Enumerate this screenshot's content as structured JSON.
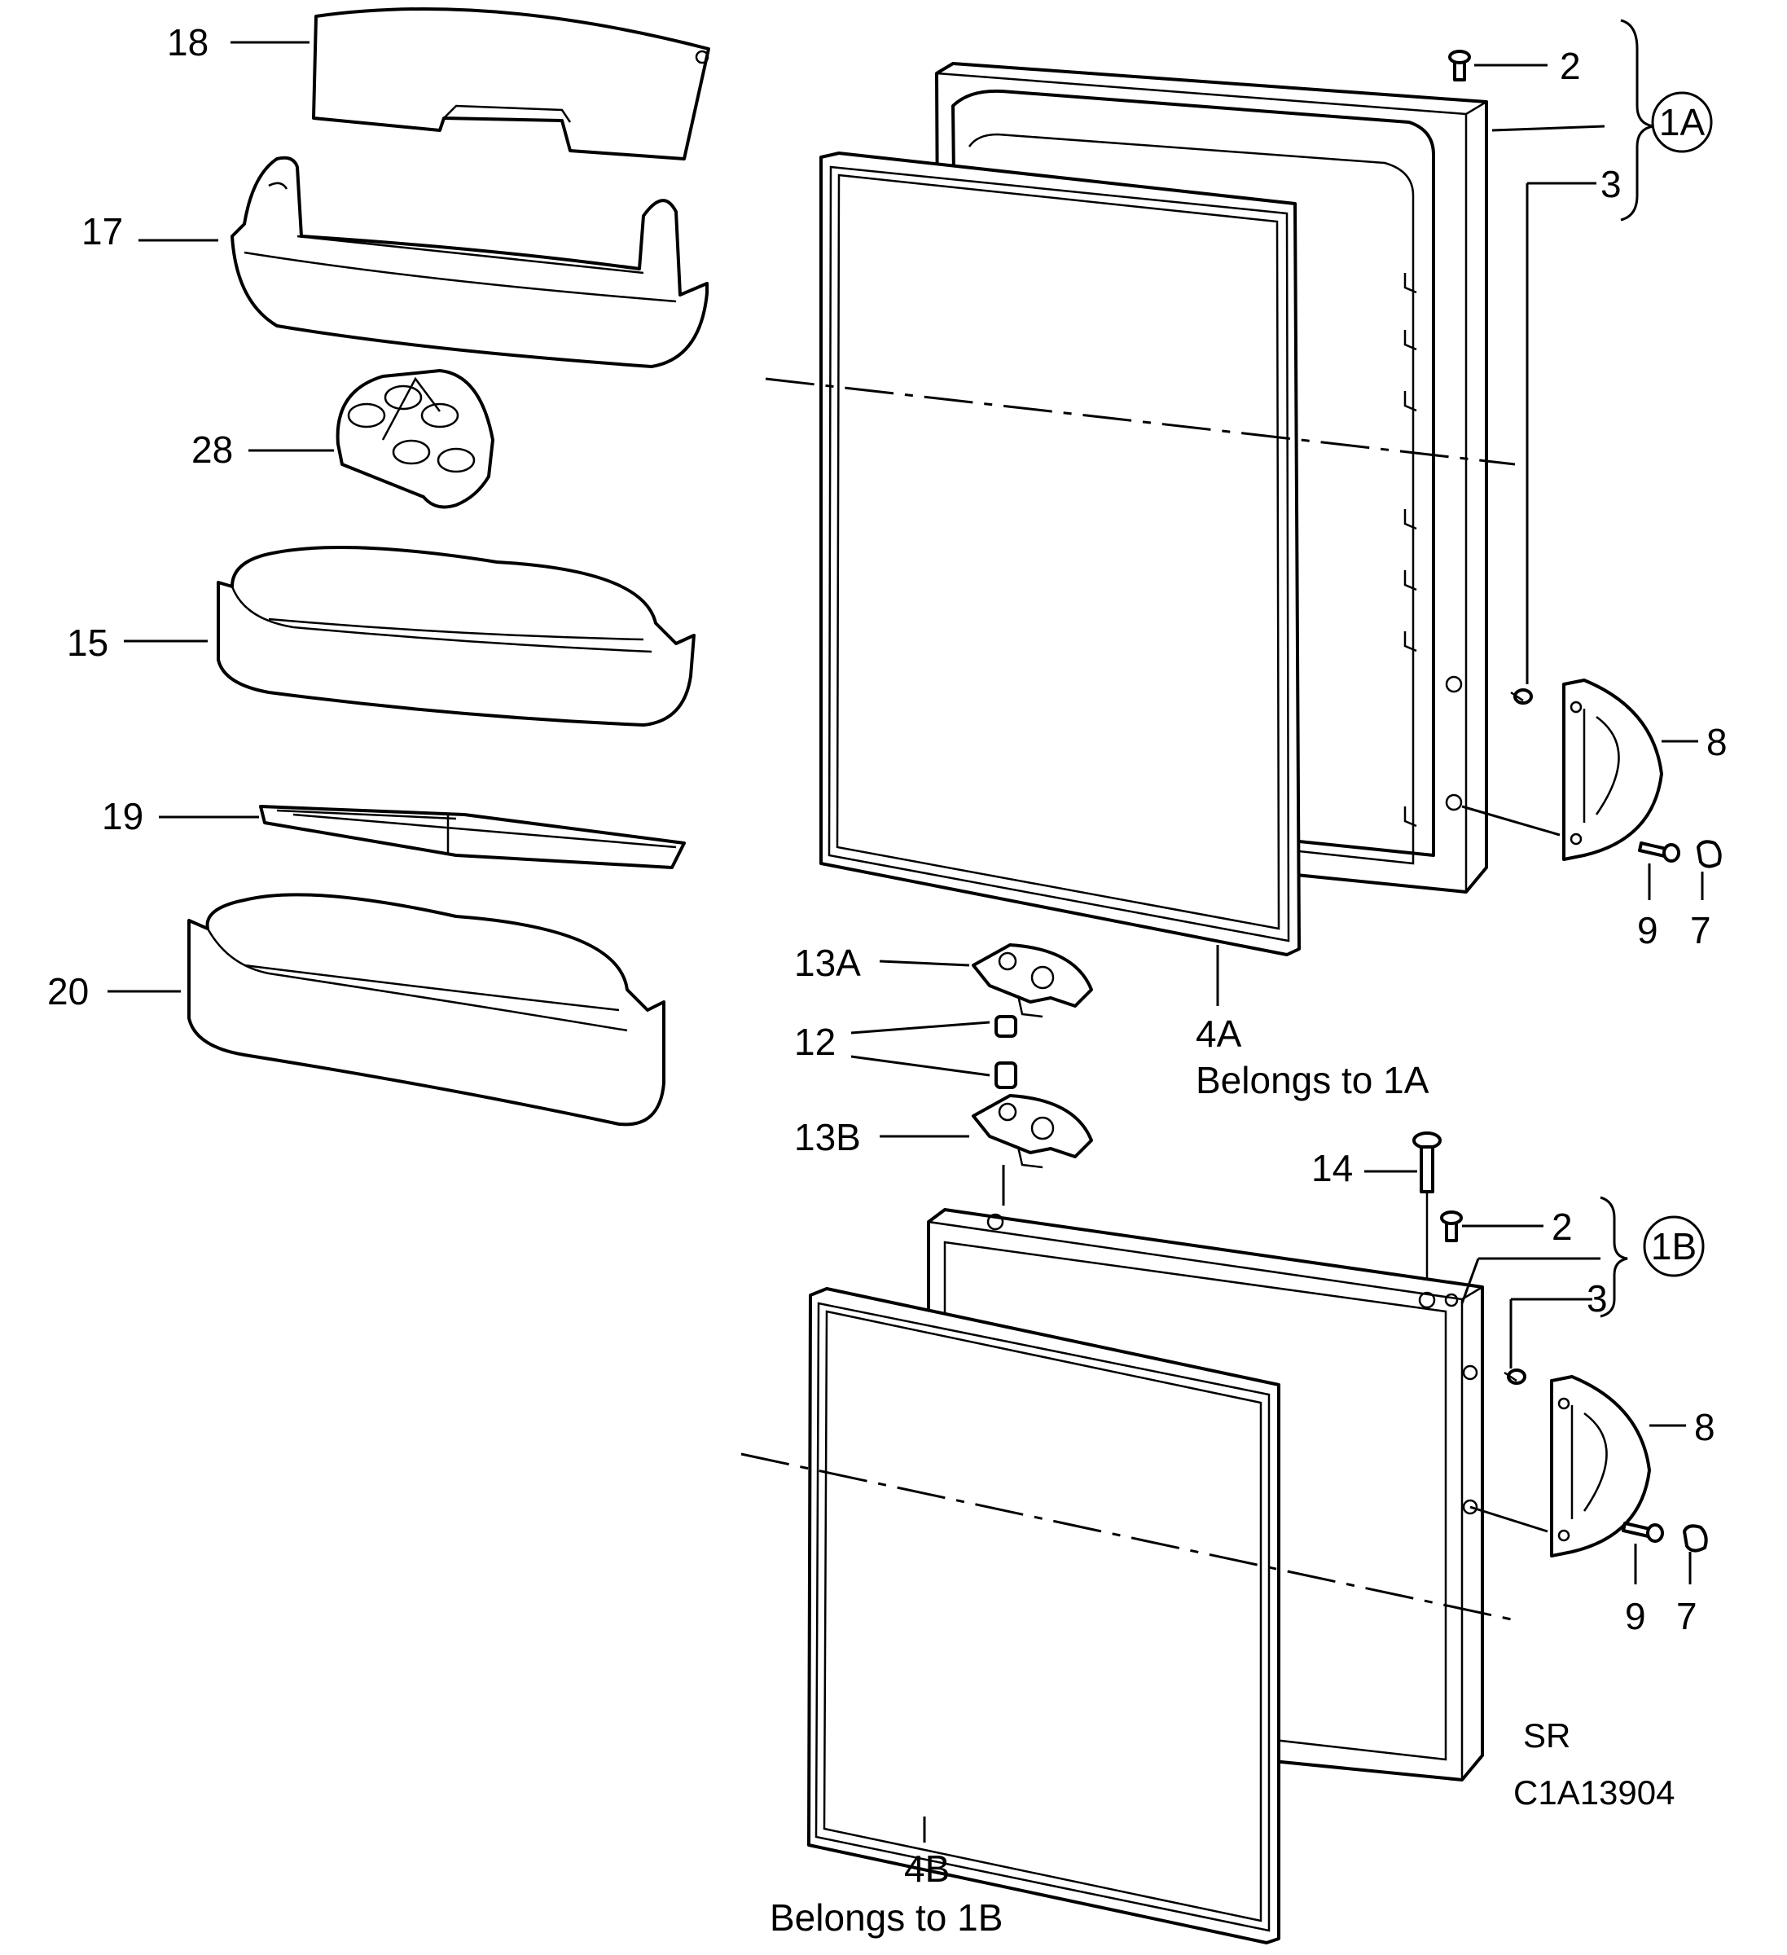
{
  "labels": {
    "l18": "18",
    "l17": "17",
    "l28": "28",
    "l15": "15",
    "l19": "19",
    "l20": "20",
    "l2a": "2",
    "l1a": "1A",
    "l3a": "3",
    "l8a": "8",
    "l9a": "9",
    "l7a": "7",
    "l13a": "13A",
    "l12": "12",
    "l13b": "13B",
    "l4a": "4A",
    "l4a_note": "Belongs to 1A",
    "l14": "14",
    "l2b": "2",
    "l1b": "1B",
    "l3b": "3",
    "l8b": "8",
    "l9b": "9",
    "l7b": "7",
    "l4b": "4B",
    "l4b_note": "Belongs to 1B",
    "code_sr": "SR",
    "code_id": "C1A13904"
  }
}
